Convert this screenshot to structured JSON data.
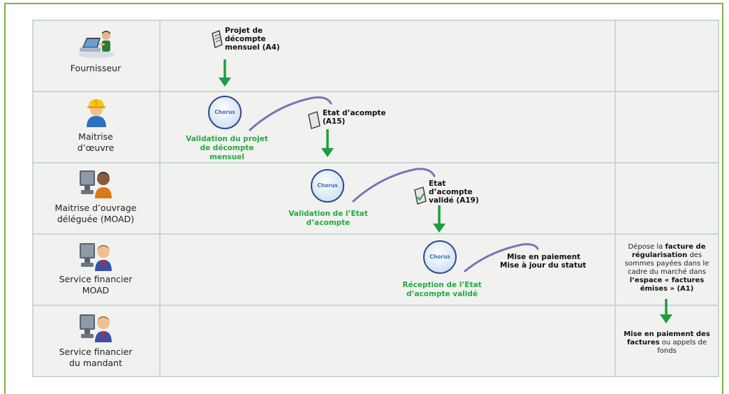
{
  "lanes": [
    {
      "label_lines": [
        "Fournisseur"
      ],
      "icon": "supplier-at-laptop-icon"
    },
    {
      "label_lines": [
        "Maitrise",
        "d’œuvre"
      ],
      "icon": "worker-hardhat-icon"
    },
    {
      "label_lines": [
        "Maitrise d’ouvrage",
        "déléguée (MOAD)"
      ],
      "icon": "person-at-computer-icon"
    },
    {
      "label_lines": [
        "Service financier",
        "MOAD"
      ],
      "icon": "person-at-computer-icon"
    },
    {
      "label_lines": [
        "Service financier",
        "du mandant"
      ],
      "icon": "person-at-computer-icon"
    }
  ],
  "documents": [
    {
      "lines": [
        "Projet de",
        "décompte",
        "mensuel (A4)"
      ],
      "icon": "document-icon"
    },
    {
      "lines": [
        "Etat d’acompte",
        "(A15)"
      ],
      "icon": "document-icon"
    },
    {
      "lines": [
        "Etat",
        "d’acompte",
        "validé (A19)"
      ],
      "icon": "document-icon"
    }
  ],
  "steps": [
    {
      "lines": [
        "Validation du projet",
        "de décompte",
        "mensuel"
      ],
      "icon": "chorus-logo-icon",
      "logo_text": "Chorus"
    },
    {
      "lines": [
        "Validation de l’Etat",
        "d’acompte"
      ],
      "icon": "chorus-logo-icon",
      "logo_text": "Chorus"
    },
    {
      "lines": [
        "Réception de l’Etat",
        "d’acompte validé"
      ],
      "icon": "chorus-logo-icon",
      "logo_text": "Chorus"
    }
  ],
  "payment_text": [
    "Mise en paiement",
    "Mise à jour du statut"
  ],
  "side_top": {
    "l1_a": "Dépose la ",
    "l1_b": "facture de",
    "l2_a": "régularisation",
    "l2_b": " des",
    "l3": "sommes payées dans le",
    "l4": "cadre du marché dans",
    "l5_a": "l’espace",
    "l5_b": " « factures",
    "l6": "émises » (A1)"
  },
  "side_bottom": {
    "l1": "Mise en paiement des",
    "l2_a": "factures",
    "l2_b": " ou appels de",
    "l3": "fonds"
  },
  "colors": {
    "frame": "#7cb342",
    "arrow": "#1e9e3e",
    "green_text": "#27a844",
    "curve": "#7b72b8",
    "grid_line": "#c9d7d3",
    "row_bg": "#f1f2f0"
  }
}
